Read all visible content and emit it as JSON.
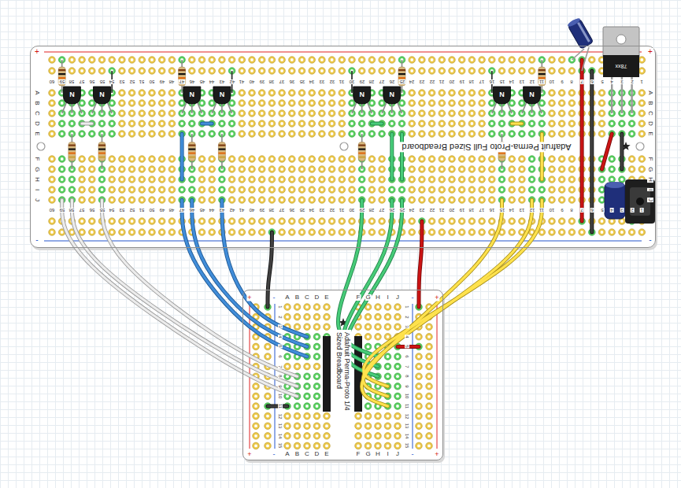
{
  "diagram": {
    "nodes": [
      {
        "text": [
          "Adafruit Perma-Proto Full Sized Breadboard"
        ]
      },
      {
        "text": [
          "Adafruit Perma-Proto 1/4 Sized Breadboard"
        ]
      }
    ],
    "labels": [
      "60",
      "59",
      "58",
      "57",
      "56",
      "55",
      "54",
      "53",
      "52",
      "51",
      "50",
      "49",
      "48",
      "47",
      "46",
      "45",
      "44",
      "43",
      "42",
      "41",
      "40",
      "39",
      "38",
      "37",
      "36",
      "35",
      "34",
      "33",
      "32",
      "31",
      "30",
      "29",
      "28",
      "27",
      "26",
      "25",
      "24",
      "23",
      "22",
      "21",
      "20",
      "19",
      "18",
      "17",
      "16",
      "15",
      "14",
      "13",
      "12",
      "11",
      "10",
      "9",
      "8",
      "7",
      "6",
      "5",
      "4",
      "3",
      "2",
      "1",
      "60",
      "59",
      "58",
      "57",
      "56",
      "55",
      "54",
      "53",
      "52",
      "51",
      "50",
      "49",
      "48",
      "47",
      "46",
      "45",
      "44",
      "43",
      "42",
      "41",
      "40",
      "39",
      "38",
      "37",
      "36",
      "35",
      "34",
      "33",
      "32",
      "31",
      "30",
      "29",
      "28",
      "27",
      "26",
      "25",
      "24",
      "23",
      "22",
      "21",
      "20",
      "19",
      "18",
      "17",
      "16",
      "15",
      "14",
      "13",
      "12",
      "11",
      "10",
      "9",
      "8",
      "7",
      "6",
      "5",
      "4",
      "3",
      "2",
      "1",
      "A",
      "B",
      "C",
      "D",
      "E",
      "F",
      "G",
      "H",
      "I",
      "J",
      "A",
      "B",
      "C",
      "D",
      "E",
      "F",
      "G",
      "H",
      "I",
      "J",
      "+",
      "+",
      "-",
      "-",
      "1",
      "2",
      "3",
      "4",
      "5",
      "6",
      "7",
      "8",
      "9",
      "10",
      "11",
      "12",
      "13",
      "14",
      "15",
      "1",
      "2",
      "3",
      "4",
      "5",
      "6",
      "7",
      "8",
      "9",
      "10",
      "11",
      "12",
      "13",
      "14",
      "15",
      "A",
      "B",
      "C",
      "D",
      "E",
      "F",
      "G",
      "H",
      "I",
      "J",
      "A",
      "B",
      "C",
      "D",
      "E",
      "F",
      "G",
      "H",
      "I",
      "J",
      "+",
      "-",
      "-",
      "+",
      "+",
      "-",
      "-",
      "+",
      "78xx",
      "N",
      "N",
      "N",
      "N",
      "N",
      "N",
      "N",
      "N"
    ]
  }
}
